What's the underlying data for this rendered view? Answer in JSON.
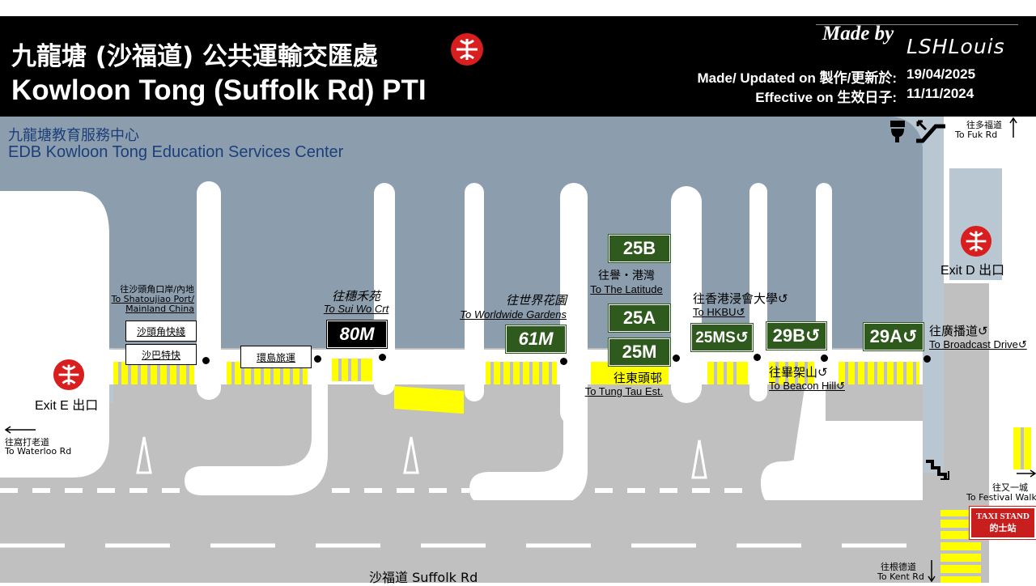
{
  "header": {
    "title_zh": "九龍塘 (沙福道) 公共運輸交匯處",
    "title_en": "Kowloon Tong (Suffolk Rd) PTI",
    "made_by": "Made by",
    "author": "LSHLouis",
    "updated_label": "Made/ Updated on 製作/更新於:",
    "updated_value": "19/04/2025",
    "effective_label": "Effective on 生效日子:",
    "effective_value": "11/11/2024"
  },
  "building": {
    "name_zh": "九龍塘教育服務中心",
    "name_en": "EDB Kowloon Tong Education Services Center"
  },
  "directions": {
    "fuk_rd_zh": "往多福道",
    "fuk_rd_en": "To Fuk Rd",
    "waterloo_zh": "往窩打老道",
    "waterloo_en": "To Waterloo Rd",
    "festival_zh": "往又一城",
    "festival_en": "To Festival Walk",
    "kent_zh": "往根德道",
    "kent_en": "To Kent Rd",
    "suffolk": "沙福道 Suffolk Rd"
  },
  "exits": {
    "e": "Exit E 出口",
    "d": "Exit D 出口"
  },
  "destinations": {
    "shatoujiao_zh": "往沙頭角口岸/內地",
    "shatoujiao_en1": "To Shatoujiao Port/",
    "shatoujiao_en2": "Mainland China",
    "sui_wo_zh": "往穗禾苑",
    "sui_wo_en": "To Sui Wo Crt",
    "worldwide_zh": "往世界花園",
    "worldwide_en": "To Worldwide Gardens",
    "latitude_zh": "往譽・港灣",
    "latitude_en": "To The Latitude",
    "tung_tau_zh": "往東頭邨",
    "tung_tau_en": "To Tung Tau Est.",
    "hkbu_zh": "往香港浸會大學↺",
    "hkbu_en": "To HKBU↺",
    "beacon_zh": "往畢架山↺",
    "beacon_en": "To Beacon Hill↺",
    "broadcast_zh": "往廣播道↺",
    "broadcast_en": "To Broadcast Drive↺"
  },
  "services": {
    "s1": "沙頭角快綫",
    "s2": "沙巴特快",
    "s3": "環島旅運"
  },
  "routes": {
    "r80m": "80M",
    "r61m": "61M",
    "r25b": "25B",
    "r25a": "25A",
    "r25m": "25M",
    "r25ms": "25MS↺",
    "r29b": "29B↺",
    "r29a": "29A↺"
  },
  "taxi": {
    "en": "TAXI STAND",
    "zh": "的士站"
  },
  "colors": {
    "header_bg": "#000000",
    "route_green": "#2f5a1d",
    "road_grey": "#c0c0c0",
    "kerb_blue": "#b9c7d3",
    "building_blue": "#8c9eae",
    "tactile_yellow": "#ffff00",
    "mtr_red": "#d81e1e",
    "taxi_red": "#c81e1e"
  },
  "icons": [
    "mtr-logo-icon",
    "toilet-icon",
    "escalator-icon",
    "stairs-icon",
    "arrow-left-icon",
    "arrow-up-icon",
    "arrow-right-icon",
    "arrow-down-icon",
    "road-arrow-icon"
  ]
}
